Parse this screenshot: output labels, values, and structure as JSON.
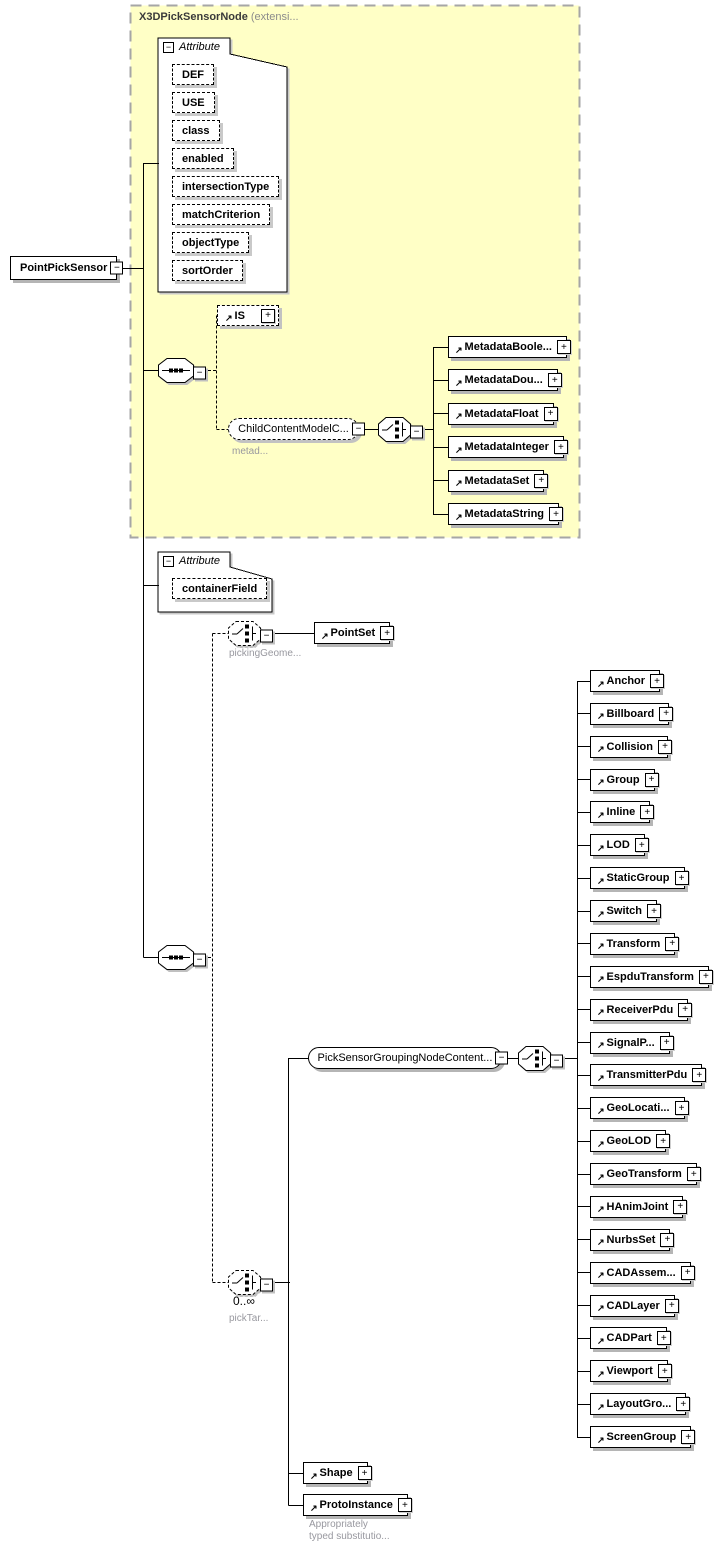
{
  "diagram": {
    "icons": {
      "collapse": "−",
      "expand": "+",
      "reference": "↗"
    },
    "root": {
      "label": "PointPickSensor"
    },
    "base_type": {
      "title": "X3DPickSensorNode",
      "title_suffix": "(extensi...",
      "attr_header": "Attribute",
      "attributes": [
        "DEF",
        "USE",
        "class",
        "enabled",
        "intersectionType",
        "matchCriterion",
        "objectType",
        "sortOrder"
      ],
      "is_label": "IS",
      "metadata_group": "ChildContentModelC...",
      "metadata_group_note": "metad...",
      "metadata_elements": [
        "MetadataBoole...",
        "MetadataDou...",
        "MetadataFloat",
        "MetadataInteger",
        "MetadataSet",
        "MetadataString"
      ]
    },
    "local": {
      "attr_header": "Attribute",
      "attributes": [
        "containerField"
      ],
      "picking_geometry_note": "pickingGeome...",
      "picking_geometry_element": "PointSet",
      "pick_target_cardinality": "0..∞",
      "pick_target_note": "pickTar...",
      "grouping_node_group": "PickSensorGroupingNodeContent...",
      "grouping_node_elements": [
        "Anchor",
        "Billboard",
        "Collision",
        "Group",
        "Inline",
        "LOD",
        "StaticGroup",
        "Switch",
        "Transform",
        "EspduTransform",
        "ReceiverPdu",
        "SignalP...",
        "TransmitterPdu",
        "GeoLocati...",
        "GeoLOD",
        "GeoTransform",
        "HAnimJoint",
        "NurbsSet",
        "CADAssem...",
        "CADLayer",
        "CADPart",
        "Viewport",
        "LayoutGro...",
        "ScreenGroup"
      ],
      "shape_element": "Shape",
      "proto_element": "ProtoInstance",
      "proto_note_line1": "Appropriately",
      "proto_note_line2": "typed substitutio..."
    }
  }
}
